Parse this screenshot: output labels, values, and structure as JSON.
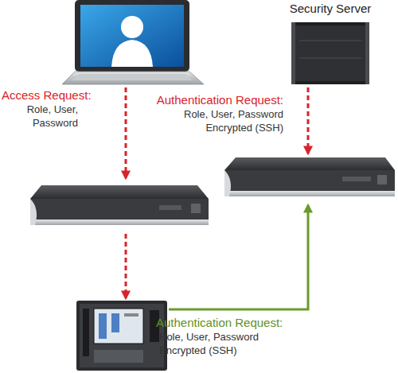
{
  "diagram": {
    "nodes": [
      {
        "text": [
          "Security Server"
        ]
      }
    ],
    "labels": [
      "Access Request:",
      "Role, User, Password",
      "Authentication Request:",
      "Role, User, Password Encrypted (SSH)",
      "Authentication Request:",
      "Role, User, Password Encrypted (SSH)"
    ]
  }
}
